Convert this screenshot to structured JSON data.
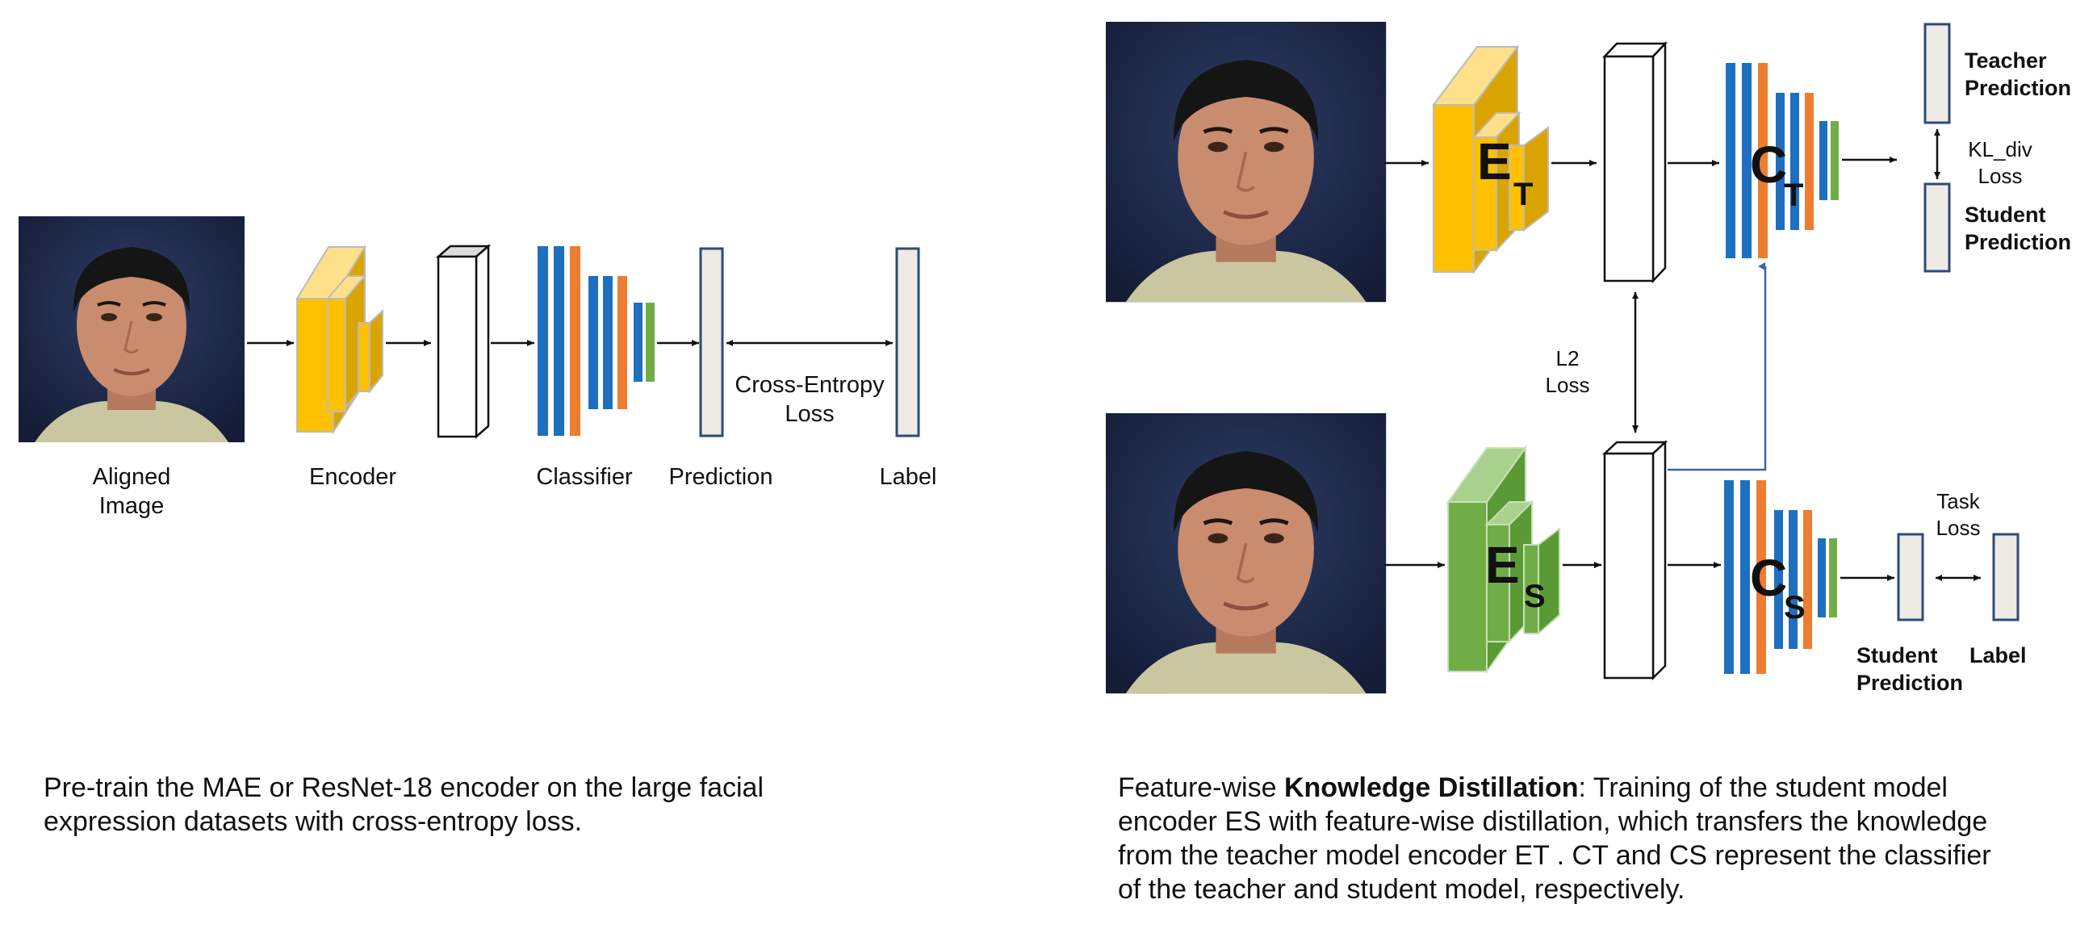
{
  "left_panel": {
    "labels": {
      "aligned_image_line1": "Aligned",
      "aligned_image_line2": "Image",
      "encoder": "Encoder",
      "classifier": "Classifier",
      "prediction": "Prediction",
      "label": "Label",
      "loss_line1": "Cross-Entropy",
      "loss_line2": "Loss"
    },
    "caption_line1": "Pre-train the MAE or ResNet-18 encoder on the large facial",
    "caption_line2": "expression datasets with cross-entropy loss."
  },
  "right_panel": {
    "teacher": {
      "encoder_letter": "E",
      "encoder_sub": "T",
      "classifier_letter": "C",
      "classifier_sub": "T",
      "pred_line1": "Teacher",
      "pred_line2": "Prediction"
    },
    "student": {
      "encoder_letter": "E",
      "encoder_sub": "S",
      "classifier_letter": "C",
      "classifier_sub": "S",
      "pred_line1": "Student",
      "pred_line2": "Prediction",
      "label": "Label"
    },
    "kl_loss_line1": "KL_div",
    "kl_loss_line2": "Loss",
    "student_pred_line1": "Student",
    "student_pred_line2": "Prediction",
    "l2_loss_line1": "L2",
    "l2_loss_line2": "Loss",
    "task_loss_line1": "Task",
    "task_loss_line2": "Loss",
    "caption": {
      "part1": "Feature-wise ",
      "bold": "Knowledge Distillation",
      "part2": ": Training of the student model",
      "line2": "encoder ES with feature-wise distillation, which transfers the knowledge",
      "line3": "from the teacher model encoder ET . CT and CS represent the classifier",
      "line4": "of the teacher and student model, respectively."
    }
  },
  "colors": {
    "encoder_teacher": "#FFC000",
    "encoder_teacher_dark": "#D9A400",
    "encoder_student": "#70AD47",
    "encoder_student_dark": "#5A9A36",
    "classifier_blue": "#1F6FC0",
    "classifier_orange": "#ED7D31",
    "classifier_green": "#70AD47",
    "prediction_fill": "#EDEBE4",
    "prediction_stroke": "#2E4A78",
    "background_photo": "#1B2746",
    "skin": "#C98C6E"
  }
}
